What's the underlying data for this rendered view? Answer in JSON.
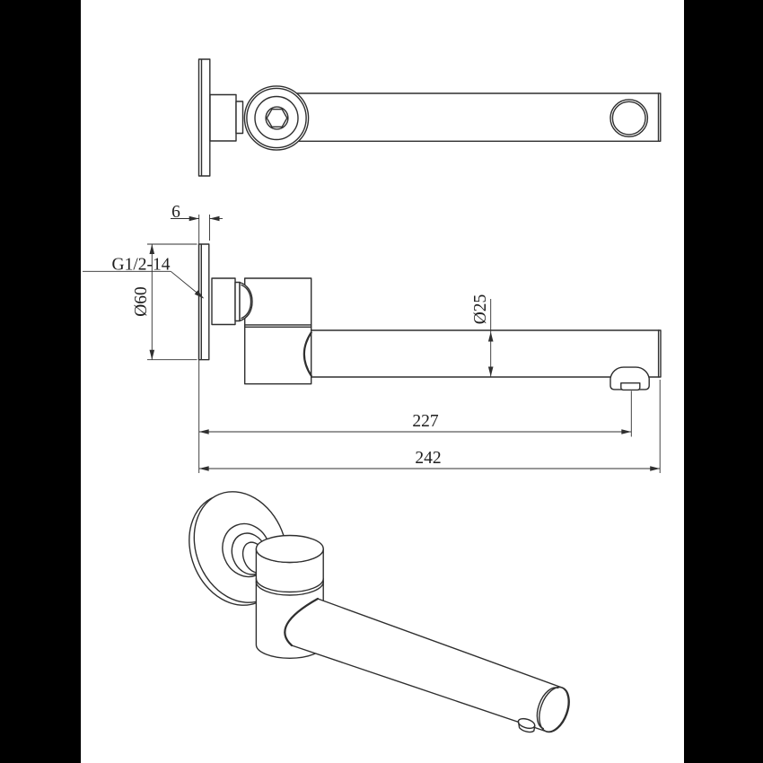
{
  "page": {
    "frame_color": "#000000",
    "paper_color": "#ffffff"
  },
  "drawing": {
    "line_color": "#2f2f2f",
    "text_color": "#1f1f1f",
    "dimensions": {
      "flange_thickness": "6",
      "thread_spec": "G1/2-14",
      "flange_diameter": "Ø60",
      "spout_diameter": "Ø25",
      "spout_reach": "227",
      "overall_length": "242"
    }
  }
}
